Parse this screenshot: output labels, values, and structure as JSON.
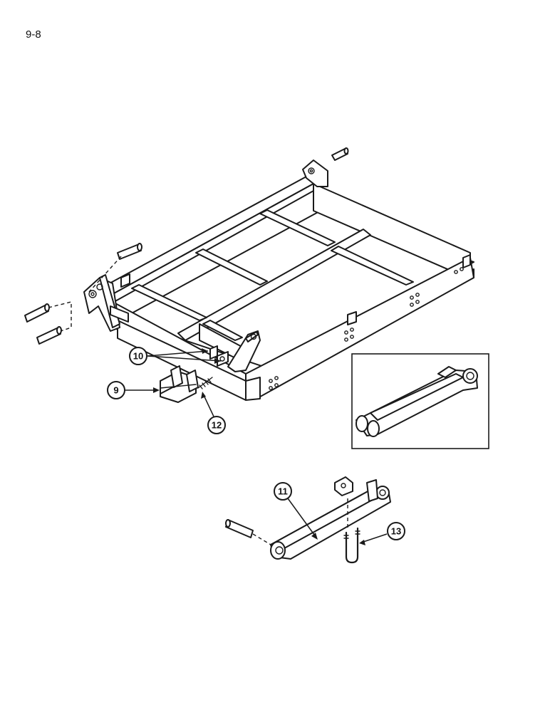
{
  "page": {
    "number": "9-8"
  },
  "callouts": [
    {
      "id": "c9",
      "label": "9"
    },
    {
      "id": "c10",
      "label": "10"
    },
    {
      "id": "c11",
      "label": "11"
    },
    {
      "id": "c12",
      "label": "12"
    },
    {
      "id": "c13",
      "label": "13"
    }
  ]
}
